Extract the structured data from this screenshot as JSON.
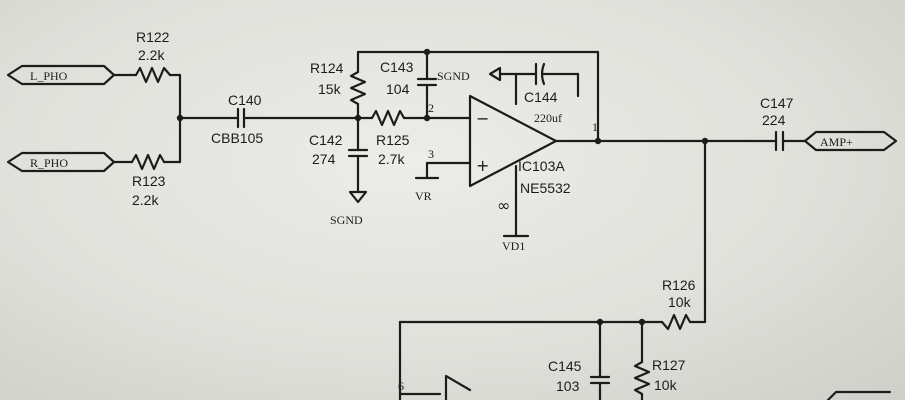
{
  "ports": {
    "l_pho": "L_PHO",
    "r_pho": "R_PHO",
    "amp": "AMP+"
  },
  "resistors": {
    "r122": {
      "ref": "R122",
      "value": "2.2k"
    },
    "r123": {
      "ref": "R123",
      "value": "2.2k"
    },
    "r124": {
      "ref": "R124",
      "value": "15k"
    },
    "r125": {
      "ref": "R125",
      "value": "2.7k"
    },
    "r126": {
      "ref": "R126",
      "value": "10k"
    },
    "r127": {
      "ref": "R127",
      "value": "10k"
    }
  },
  "capacitors": {
    "c140": {
      "ref": "C140",
      "value": "CBB105"
    },
    "c142": {
      "ref": "C142",
      "value": "274"
    },
    "c143": {
      "ref": "C143",
      "value": "104"
    },
    "c144": {
      "ref": "C144",
      "value": "220uf"
    },
    "c145": {
      "ref": "C145",
      "value": "103"
    },
    "c147": {
      "ref": "C147",
      "value": "224"
    }
  },
  "opamp": {
    "ref": "IC103A",
    "part": "NE5532",
    "pin_out": "1",
    "pin_minus": "2",
    "pin_plus": "3",
    "pin_6": "6",
    "sign_minus": "−",
    "sign_plus": "+",
    "power_symbol": "∞"
  },
  "nets": {
    "sgnd_top": "SGND",
    "sgnd_bottom": "SGND",
    "vr": "VR",
    "vd1": "VD1"
  }
}
